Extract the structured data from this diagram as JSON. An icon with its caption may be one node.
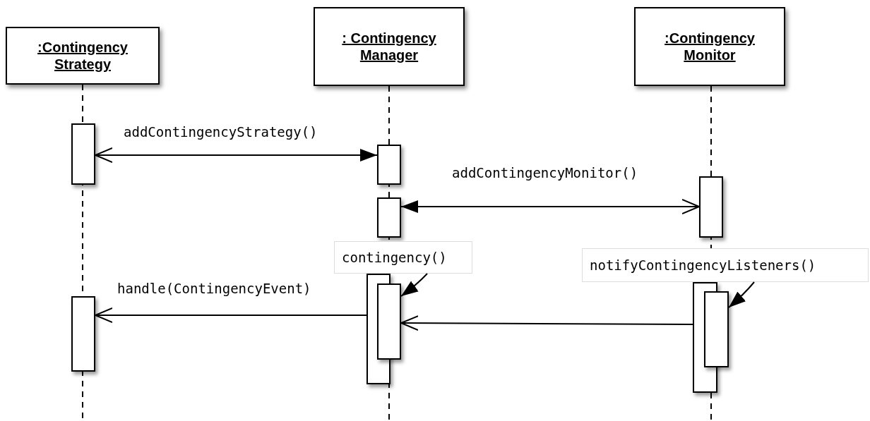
{
  "diagram": {
    "nodes": [
      {
        "text": [
          ":Contingency Strategy"
        ]
      },
      {
        "text": [
          ": Contingency Manager"
        ]
      },
      {
        "text": [
          ":Contingency Monitor"
        ]
      },
      {
        "text": [],
        "shape": "bar"
      },
      {
        "text": [],
        "shape": "bar"
      },
      {
        "text": [],
        "shape": "bar"
      },
      {
        "text": [],
        "shape": "bar"
      },
      {
        "text": [
          "contingency()"
        ]
      },
      {
        "text": [
          "notifyContingencyListeners()"
        ]
      },
      {
        "text": [],
        "shape": "bar"
      },
      {
        "text": [],
        "shape": "bar"
      },
      {
        "text": [],
        "shape": "bar"
      },
      {
        "text": [],
        "shape": "bar"
      },
      {
        "text": [],
        "shape": "bar"
      }
    ],
    "edges": [
      {
        "from": 3,
        "to": 4,
        "arrow": "both",
        "label": "addContingencyStrategy()"
      },
      {
        "from": 6,
        "to": 5,
        "arrow": "both",
        "label": "addContingencyMonitor()"
      },
      {
        "from": 7,
        "to": 10,
        "arrow": "to"
      },
      {
        "from": 8,
        "to": 13,
        "arrow": "to"
      },
      {
        "from": 9,
        "to": 11,
        "arrow": "to",
        "label": "handle(ContingencyEvent)"
      },
      {
        "from": 12,
        "to": 10,
        "arrow": "to"
      }
    ]
  }
}
